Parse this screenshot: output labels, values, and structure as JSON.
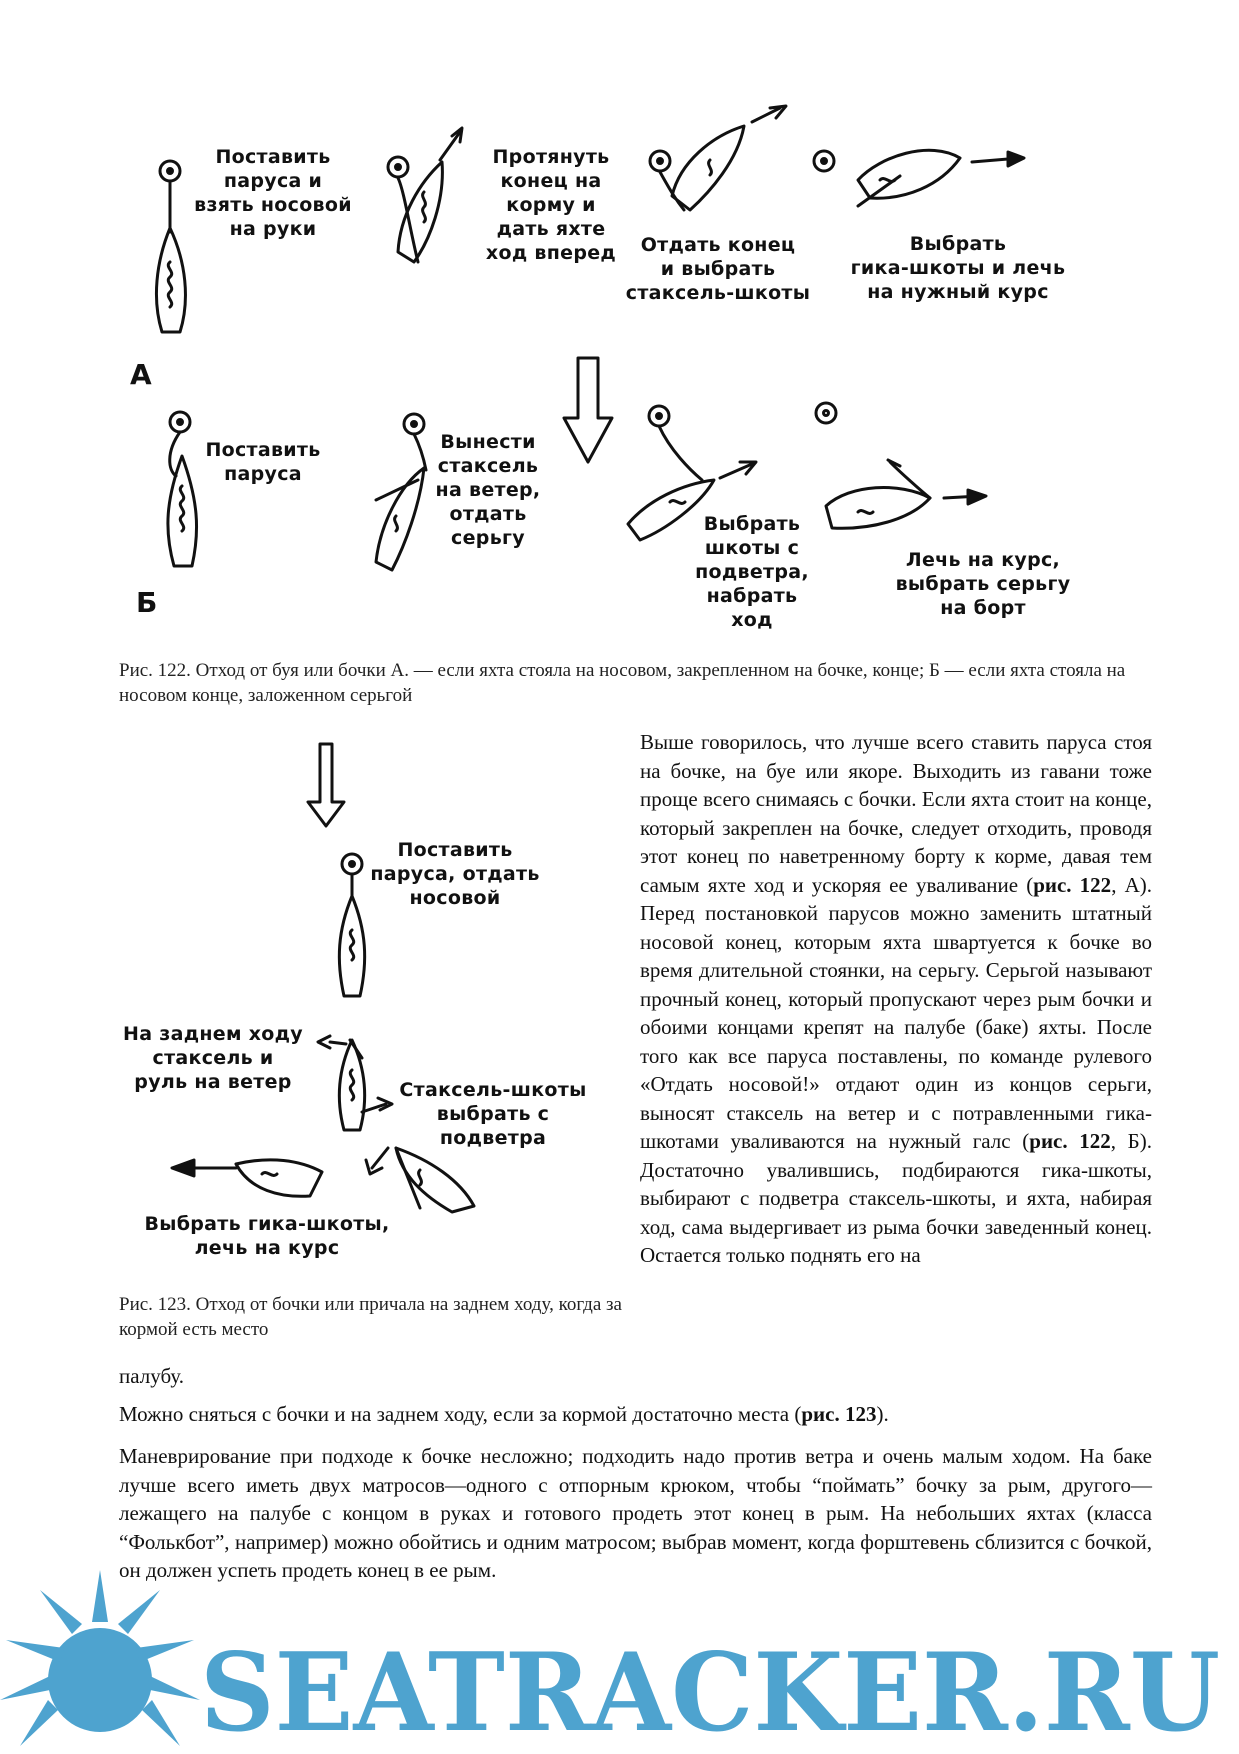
{
  "figure122": {
    "letter_a": "А",
    "letter_b": "Б",
    "labels_a": [
      "Поставить\nпаруса и\nвзять носовой\nна руки",
      "Протянуть\nконец на\nкорму и\nдать яхте\nход вперед",
      "Отдать конец\nи выбрать\nстаксель-шкоты",
      "Выбрать\nгика-шкоты и лечь\nна нужный курс"
    ],
    "labels_b": [
      "Поставить\nпаруса",
      "Вынести\nстаксель\nна ветер,\nотдать\nсерьгу",
      "Выбрать\nшкоты с\nподветра,\nнабрать\nход",
      "Лечь на курс,\nвыбрать серьгу\nна борт"
    ],
    "caption": "Рис. 122. Отход от буя или бочки А. — если яхта стояла на носовом, закрепленном на бочке, конце; Б — если яхта стояла на носовом конце, заложенном серьгой"
  },
  "figure123": {
    "labels": [
      "Поставить\nпаруса, отдать\nносовой",
      "На заднем ходу\nстаксель и\nруль на ветер",
      "Стаксель-шкоты\nвыбрать с\nподветра",
      "Выбрать гика-шкоты,\nлечь на курс"
    ],
    "caption": "Рис. 123. Отход от бочки или причала на заднем ходу, когда за кормой есть место"
  },
  "text": {
    "column": "Выше говорилось, что лучше всего ставить паруса стоя на бочке, на буе или якоре. Выходить из гавани тоже проще всего снимаясь с бочки. Если яхта стоит на конце, который закреплен на бочке, следует отходить, проводя этот конец по наветренному борту к корме, давая тем самым яхте ход и ускоряя ее уваливание (",
    "ref1": "рис. 122",
    "column2": ", А). Перед постановкой парусов можно заменить штатный носовой конец, которым яхта швартуется к бочке во время длительной стоянки, на серьгу. Серьгой называют прочный конец, который пропускают через рым бочки и обоими концами крепят на палубе (баке) яхты. После того как все паруса поставлены, по команде рулевого «Отдать носовой!» отдают один из концов серьги, выносят стаксель на ветер и с потравленными гика-шкотами уваливаются на нужный галс (",
    "ref2": "рис. 122",
    "column3": ", Б). Достаточно увалившись, подбираются гика-шкоты, выбирают с подветра стаксель-шкоты, и яхта, набирая ход, сама выдергивает из рыма бочки заведенный конец. Остается только поднять его на",
    "continuation": "палубу.",
    "para2_a": "Можно сняться с бочки и на заднем ходу, если за кормой достаточно места (",
    "ref3": "рис. 123",
    "para2_b": ").",
    "para3": "Маневрирование при подходе к бочке несложно; подходить надо против ветра и очень малым ходом. На баке лучше всего иметь двух матросов—одного с отпорным крюком, чтобы “поймать” бочку за рым, другого—лежащего на палубе с концом в руках и готового продеть этот конец в рым. На небольших яхтах (класса “Фолькбот”, например) можно обойтись и одним матросом; выбрав момент, когда форштевень сблизится с бочкой, он должен успеть продеть конец в ее рым."
  },
  "watermark": {
    "text": "SEATRACKER.RU",
    "color": "#4ea3cf"
  }
}
